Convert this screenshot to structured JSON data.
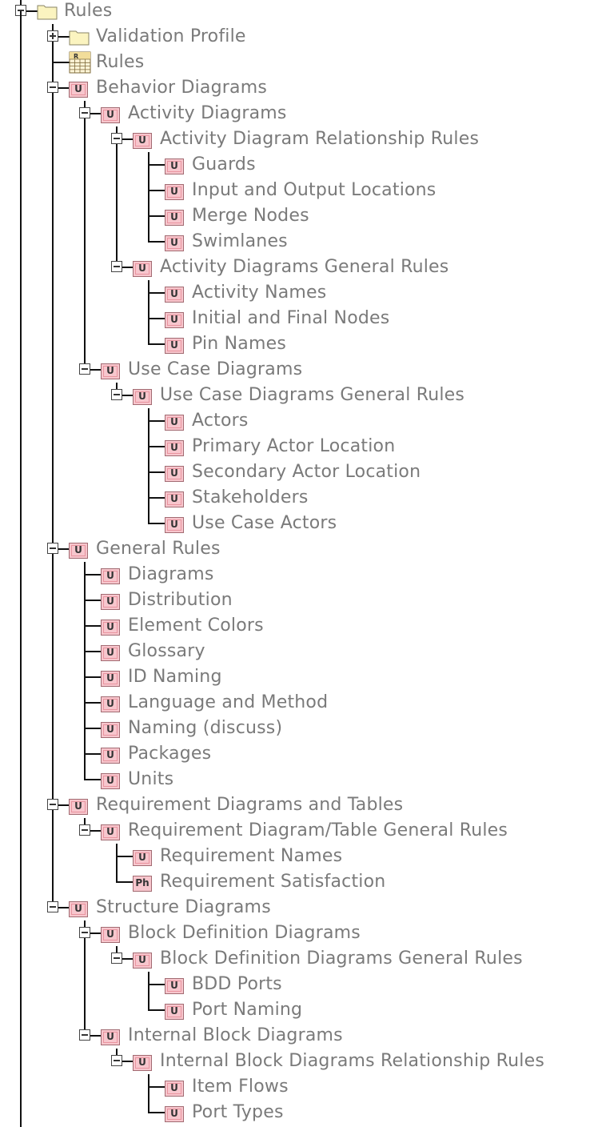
{
  "tree": {
    "nodes": [
      {
        "depth": 0,
        "label": "Rules",
        "icon": "folder-icon",
        "toggle": "expanded",
        "last": false
      },
      {
        "depth": 1,
        "label": "Validation Profile",
        "icon": "folder-icon",
        "toggle": "collapsed",
        "last": false
      },
      {
        "depth": 1,
        "label": "Rules",
        "icon": "table-icon",
        "toggle": "none",
        "last": false
      },
      {
        "depth": 1,
        "label": "Behavior Diagrams",
        "icon": "u-stereotype-icon",
        "toggle": "expanded",
        "last": false
      },
      {
        "depth": 2,
        "label": "Activity Diagrams",
        "icon": "u-stereotype-icon",
        "toggle": "expanded",
        "last": false
      },
      {
        "depth": 3,
        "label": "Activity Diagram Relationship Rules",
        "icon": "u-stereotype-icon",
        "toggle": "expanded",
        "last": false
      },
      {
        "depth": 4,
        "label": "Guards",
        "icon": "u-stereotype-icon",
        "toggle": "none",
        "last": false
      },
      {
        "depth": 4,
        "label": "Input and Output Locations",
        "icon": "u-stereotype-icon",
        "toggle": "none",
        "last": false
      },
      {
        "depth": 4,
        "label": "Merge Nodes",
        "icon": "u-stereotype-icon",
        "toggle": "none",
        "last": false
      },
      {
        "depth": 4,
        "label": "Swimlanes",
        "icon": "u-stereotype-icon",
        "toggle": "none",
        "last": true
      },
      {
        "depth": 3,
        "label": "Activity Diagrams General Rules",
        "icon": "u-stereotype-icon",
        "toggle": "expanded",
        "last": true
      },
      {
        "depth": 4,
        "label": "Activity Names",
        "icon": "u-stereotype-icon",
        "toggle": "none",
        "last": false
      },
      {
        "depth": 4,
        "label": "Initial and Final Nodes",
        "icon": "u-stereotype-icon",
        "toggle": "none",
        "last": false
      },
      {
        "depth": 4,
        "label": "Pin Names",
        "icon": "u-stereotype-icon",
        "toggle": "none",
        "last": true
      },
      {
        "depth": 2,
        "label": "Use Case Diagrams",
        "icon": "u-stereotype-icon",
        "toggle": "expanded",
        "last": true
      },
      {
        "depth": 3,
        "label": "Use Case Diagrams General Rules",
        "icon": "u-stereotype-icon",
        "toggle": "expanded",
        "last": true
      },
      {
        "depth": 4,
        "label": "Actors",
        "icon": "u-stereotype-icon",
        "toggle": "none",
        "last": false
      },
      {
        "depth": 4,
        "label": "Primary Actor Location",
        "icon": "u-stereotype-icon",
        "toggle": "none",
        "last": false
      },
      {
        "depth": 4,
        "label": "Secondary Actor Location",
        "icon": "u-stereotype-icon",
        "toggle": "none",
        "last": false
      },
      {
        "depth": 4,
        "label": "Stakeholders",
        "icon": "u-stereotype-icon",
        "toggle": "none",
        "last": false
      },
      {
        "depth": 4,
        "label": "Use Case Actors",
        "icon": "u-stereotype-icon",
        "toggle": "none",
        "last": true
      },
      {
        "depth": 1,
        "label": "General Rules",
        "icon": "u-stereotype-icon",
        "toggle": "expanded",
        "last": false
      },
      {
        "depth": 2,
        "label": "Diagrams",
        "icon": "u-stereotype-icon",
        "toggle": "none",
        "last": false
      },
      {
        "depth": 2,
        "label": "Distribution",
        "icon": "u-stereotype-icon",
        "toggle": "none",
        "last": false
      },
      {
        "depth": 2,
        "label": "Element Colors",
        "icon": "u-stereotype-icon",
        "toggle": "none",
        "last": false
      },
      {
        "depth": 2,
        "label": "Glossary",
        "icon": "u-stereotype-icon",
        "toggle": "none",
        "last": false
      },
      {
        "depth": 2,
        "label": "ID Naming",
        "icon": "u-stereotype-icon",
        "toggle": "none",
        "last": false
      },
      {
        "depth": 2,
        "label": "Language and Method",
        "icon": "u-stereotype-icon",
        "toggle": "none",
        "last": false
      },
      {
        "depth": 2,
        "label": "Naming (discuss)",
        "icon": "u-stereotype-icon",
        "toggle": "none",
        "last": false
      },
      {
        "depth": 2,
        "label": "Packages",
        "icon": "u-stereotype-icon",
        "toggle": "none",
        "last": false
      },
      {
        "depth": 2,
        "label": "Units",
        "icon": "u-stereotype-icon",
        "toggle": "none",
        "last": true
      },
      {
        "depth": 1,
        "label": "Requirement Diagrams and Tables",
        "icon": "u-stereotype-icon",
        "toggle": "expanded",
        "last": false
      },
      {
        "depth": 2,
        "label": "Requirement Diagram/Table General Rules",
        "icon": "u-stereotype-icon",
        "toggle": "expanded",
        "last": true
      },
      {
        "depth": 3,
        "label": "Requirement Names",
        "icon": "u-stereotype-icon",
        "toggle": "none",
        "last": false
      },
      {
        "depth": 3,
        "label": "Requirement Satisfaction",
        "icon": "ph-stereotype-icon",
        "toggle": "none",
        "last": true
      },
      {
        "depth": 1,
        "label": "Structure Diagrams",
        "icon": "u-stereotype-icon",
        "toggle": "expanded",
        "last": false
      },
      {
        "depth": 2,
        "label": "Block Definition Diagrams",
        "icon": "u-stereotype-icon",
        "toggle": "expanded",
        "last": false
      },
      {
        "depth": 3,
        "label": "Block Definition Diagrams General Rules",
        "icon": "u-stereotype-icon",
        "toggle": "expanded",
        "last": true
      },
      {
        "depth": 4,
        "label": "BDD Ports",
        "icon": "u-stereotype-icon",
        "toggle": "none",
        "last": false
      },
      {
        "depth": 4,
        "label": "Port Naming",
        "icon": "u-stereotype-icon",
        "toggle": "none",
        "last": true
      },
      {
        "depth": 2,
        "label": "Internal Block Diagrams",
        "icon": "u-stereotype-icon",
        "toggle": "expanded",
        "last": true
      },
      {
        "depth": 3,
        "label": "Internal Block Diagrams Relationship Rules",
        "icon": "u-stereotype-icon",
        "toggle": "expanded",
        "last": true
      },
      {
        "depth": 4,
        "label": "Item Flows",
        "icon": "u-stereotype-icon",
        "toggle": "none",
        "last": false
      },
      {
        "depth": 4,
        "label": "Port Types",
        "icon": "u-stereotype-icon",
        "toggle": "none",
        "last": true
      }
    ],
    "badges": {
      "u": "U",
      "ph": "Ph",
      "table": "R"
    },
    "colors": {
      "label": "#7a7a7a",
      "connector": "#111111",
      "badge_fill": "#f7c6cd",
      "badge_border": "#a26b72",
      "folder_fill": "#fbf4c0",
      "folder_border": "#8a8566"
    }
  }
}
